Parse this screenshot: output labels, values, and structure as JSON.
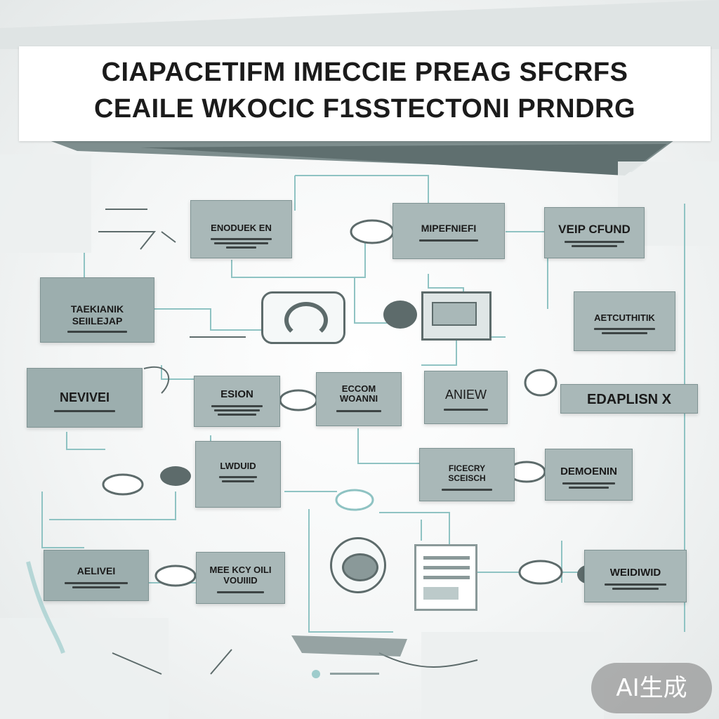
{
  "banner": {
    "line1": "CIAPACETIFM IMECCIE PREAG SFCRFS",
    "line2": "CEAILE WKOCIC F1SSTECTONI PRNDRG"
  },
  "cards": {
    "c1": "ENODUEK EN",
    "c2": "MIPEFNIEFI",
    "c3": "VEIP CFUND",
    "c4": "TAEKIANIK SEIILEJAP",
    "c5": "AETCUTHITIK",
    "c6": "NEVIVEI",
    "c7": "ESION",
    "c8": "ECCOM WOANNI",
    "c9": "ANIEW",
    "c10": "EDAPLISN X",
    "c11": "LWDUID",
    "c12": "FICECRY SCEISCH",
    "c13": "DEMOENIN",
    "c14": "AELIVEI",
    "c15": "MEE KCY OILI VOUIIID",
    "c16": "WEIDIWID"
  },
  "badge": {
    "label": "AI生成"
  },
  "colors": {
    "card": "#a9b8b8",
    "connector": "#8fc3c3",
    "line_dark": "#5d6b6b"
  }
}
